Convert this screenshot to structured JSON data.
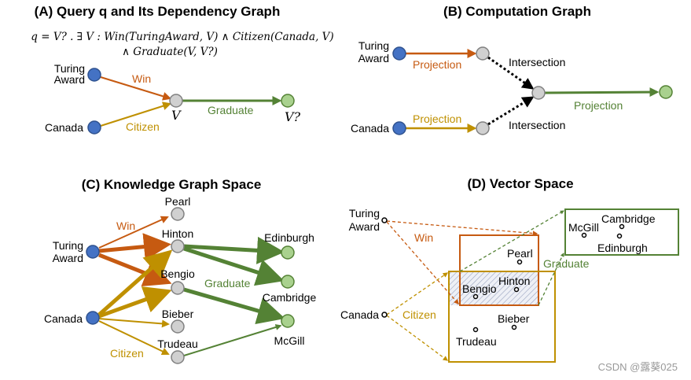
{
  "panelA": {
    "title": "(A) Query q and Its Dependency Graph",
    "query_line1": "q = V? . ∃ V : Win(TuringAward, V) ∧ Citizen(Canada, V)",
    "query_line2": "∧ Graduate(V, V?)",
    "turing": [
      "Turing",
      "Award"
    ],
    "canada": "Canada",
    "win": "Win",
    "citizen": "Citizen",
    "graduate": "Graduate",
    "v": "V",
    "vq": "V?"
  },
  "panelB": {
    "title": "(B) Computation Graph",
    "turing": [
      "Turing",
      "Award"
    ],
    "canada": "Canada",
    "projection_top": "Projection",
    "projection_bottom": "Projection",
    "projection_out": "Projection",
    "intersection_top": "Intersection",
    "intersection_bottom": "Intersection"
  },
  "panelC": {
    "title": "(C) Knowledge Graph Space",
    "turing": [
      "Turing",
      "Award"
    ],
    "canada": "Canada",
    "win": "Win",
    "citizen": "Citizen",
    "graduate": "Graduate",
    "pearl": "Pearl",
    "hinton": "Hinton",
    "bengio": "Bengio",
    "bieber": "Bieber",
    "trudeau": "Trudeau",
    "edinburgh": "Edinburgh",
    "cambridge": "Cambridge",
    "mcgill": "McGill"
  },
  "panelD": {
    "title": "(D) Vector Space",
    "turing": [
      "Turing",
      "Award"
    ],
    "canada": "Canada",
    "win": "Win",
    "citizen": "Citizen",
    "graduate": "Graduate",
    "pearl": "Pearl",
    "hinton": "Hinton",
    "bengio": "Bengio",
    "bieber": "Bieber",
    "trudeau": "Trudeau",
    "mcgill": "McGill",
    "cambridge": "Cambridge",
    "edinburgh": "Edinburgh"
  },
  "watermark": "CSDN @露葵025",
  "colors": {
    "win": "#c65a11",
    "citizen": "#bf9000",
    "graduate": "#548235",
    "anchor_node": "#4472c4",
    "answer_node": "#a9d18e",
    "variable_node": "#d0d0d0"
  }
}
